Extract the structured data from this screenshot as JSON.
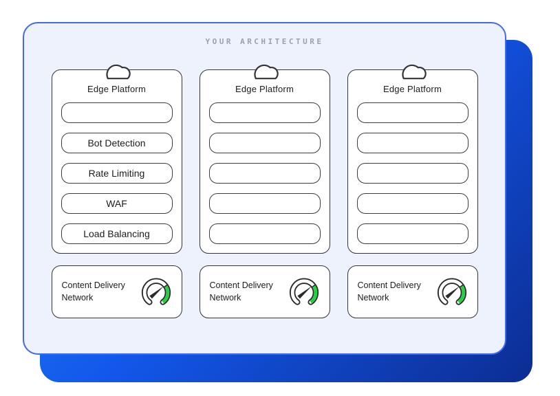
{
  "title": "YOUR ARCHITECTURE",
  "colors": {
    "panel_bg": "#eef2fc",
    "panel_border": "#4168ef",
    "back_panel_gradient": [
      "#2488f1",
      "#1358ec",
      "#0c2d92"
    ],
    "card_border": "#33333a",
    "title_gray": "#9ba1ac",
    "gauge_green": "#22d33f",
    "text_dark": "#1c1c1e"
  },
  "icons": {
    "platform_icon": "cloud-icon",
    "cdn_icon": "gauge-icon"
  },
  "columns": [
    {
      "platform": {
        "label": "Edge Platform",
        "slots": [
          "",
          "Bot Detection",
          "Rate Limiting",
          "WAF",
          "Load Balancing"
        ]
      },
      "cdn": {
        "label": "Content Delivery Network"
      }
    },
    {
      "platform": {
        "label": "Edge Platform",
        "slots": [
          "",
          "",
          "",
          "",
          ""
        ]
      },
      "cdn": {
        "label": "Content Delivery Network"
      }
    },
    {
      "platform": {
        "label": "Edge Platform",
        "slots": [
          "",
          "",
          "",
          "",
          ""
        ]
      },
      "cdn": {
        "label": "Content Delivery Network"
      }
    }
  ]
}
